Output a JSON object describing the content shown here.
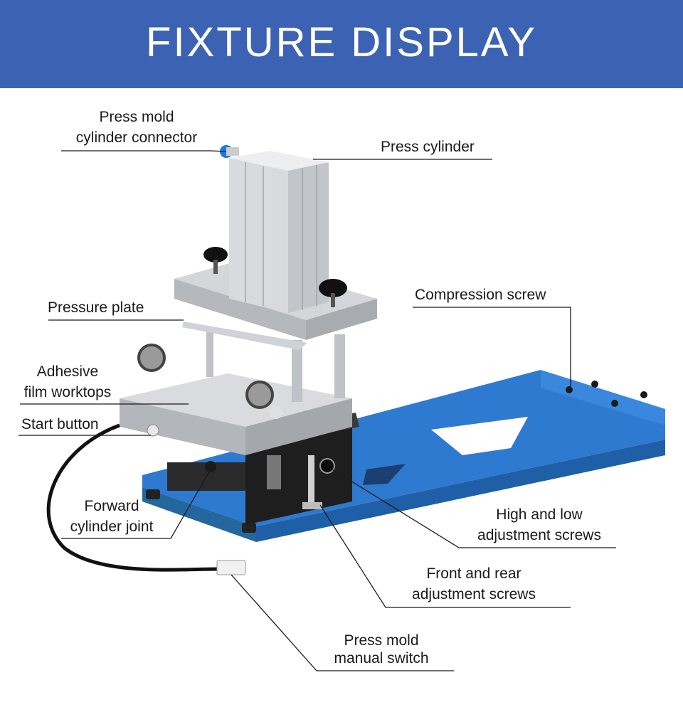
{
  "banner": {
    "title": "FIXTURE DISPLAY",
    "color": "#3c62b3"
  },
  "colors": {
    "base_plate": "#2e7ad0",
    "metal": "#c9ccd0",
    "cylinder": "#d8dadd",
    "line": "#1a1a1a"
  },
  "labels": {
    "press_mold_cylinder_connector": {
      "line1": "Press mold",
      "line2": "cylinder connector"
    },
    "press_cylinder": "Press cylinder",
    "compression_screw": "Compression screw",
    "pressure_plate": "Pressure plate",
    "adhesive_film_worktops": {
      "line1": "Adhesive",
      "line2": "film worktops"
    },
    "start_button": "Start button",
    "forward_cylinder_joint": {
      "line1": "Forward",
      "line2": "cylinder joint"
    },
    "high_low_adjustment_screws": {
      "line1": "High and low",
      "line2": "adjustment screws"
    },
    "front_rear_adjustment_screws": {
      "line1": "Front and rear",
      "line2": "adjustment screws"
    },
    "press_mold_manual_switch": {
      "line1": "Press mold",
      "line2": "manual switch"
    }
  }
}
